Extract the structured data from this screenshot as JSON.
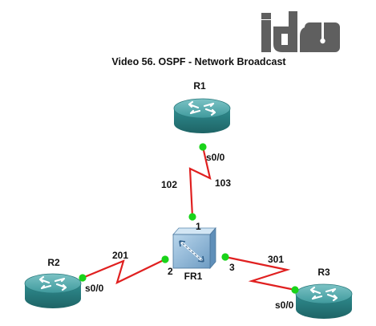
{
  "title": "Video 56. OSPF - Network Broadcast",
  "logo": {
    "text": "ida",
    "color": "#5f5f5f"
  },
  "colors": {
    "link": "#e02020",
    "port": "#19d319",
    "router_top": "#4fa6a9",
    "router_body": "#2e8b8e",
    "switch": "#8cb6d6"
  },
  "devices": {
    "r1": {
      "name": "R1",
      "icon": "router-icon"
    },
    "r2": {
      "name": "R2",
      "icon": "router-icon"
    },
    "r3": {
      "name": "R3",
      "icon": "router-icon"
    },
    "fr1": {
      "name": "FR1",
      "icon": "frame-relay-switch-icon"
    }
  },
  "links": {
    "r1_fr1": {
      "r1_port": "s0/0",
      "fr_port": "1",
      "dlci_a": "102",
      "dlci_b": "103"
    },
    "r2_fr1": {
      "r2_port": "s0/0",
      "fr_port": "2",
      "dlci": "201"
    },
    "r3_fr1": {
      "r3_port": "s0/0",
      "fr_port": "3",
      "dlci": "301"
    }
  }
}
